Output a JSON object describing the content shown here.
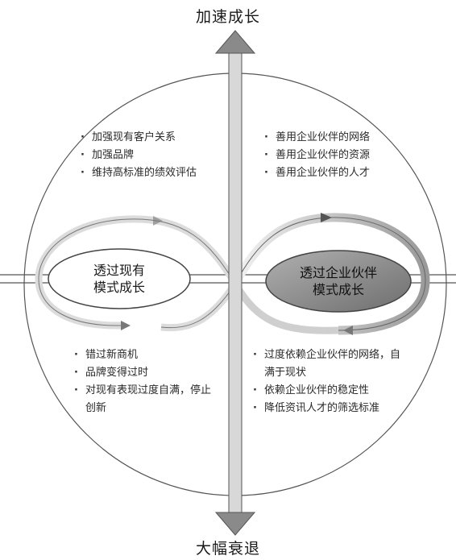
{
  "axis": {
    "top_label": "加速成长",
    "bottom_label": "大幅衰退"
  },
  "left_mode": {
    "line1": "透过现有",
    "line2": "模式成长"
  },
  "right_mode": {
    "line1": "透过企业伙伴",
    "line2": "模式成长"
  },
  "quadrants": {
    "top_left": [
      "加强现有客户关系",
      "加强品牌",
      "维持高标准的绩效评估"
    ],
    "top_right": [
      "善用企业伙伴的网络",
      "善用企业伙伴的资源",
      "善用企业伙伴的人才"
    ],
    "bottom_left": [
      "错过新商机",
      "品牌变得过时",
      "对现有表现过度自满，停止创新"
    ],
    "bottom_right": [
      "过度依赖企业伙伴的网络，自满于现状",
      "依赖企业伙伴的稳定性",
      "降低资讯人才的筛选标准"
    ]
  },
  "colors": {
    "line": "#555555",
    "arrow_fill": "#e2e2e2",
    "right_oval": "#8f8f8f",
    "left_oval": "#ffffff"
  }
}
